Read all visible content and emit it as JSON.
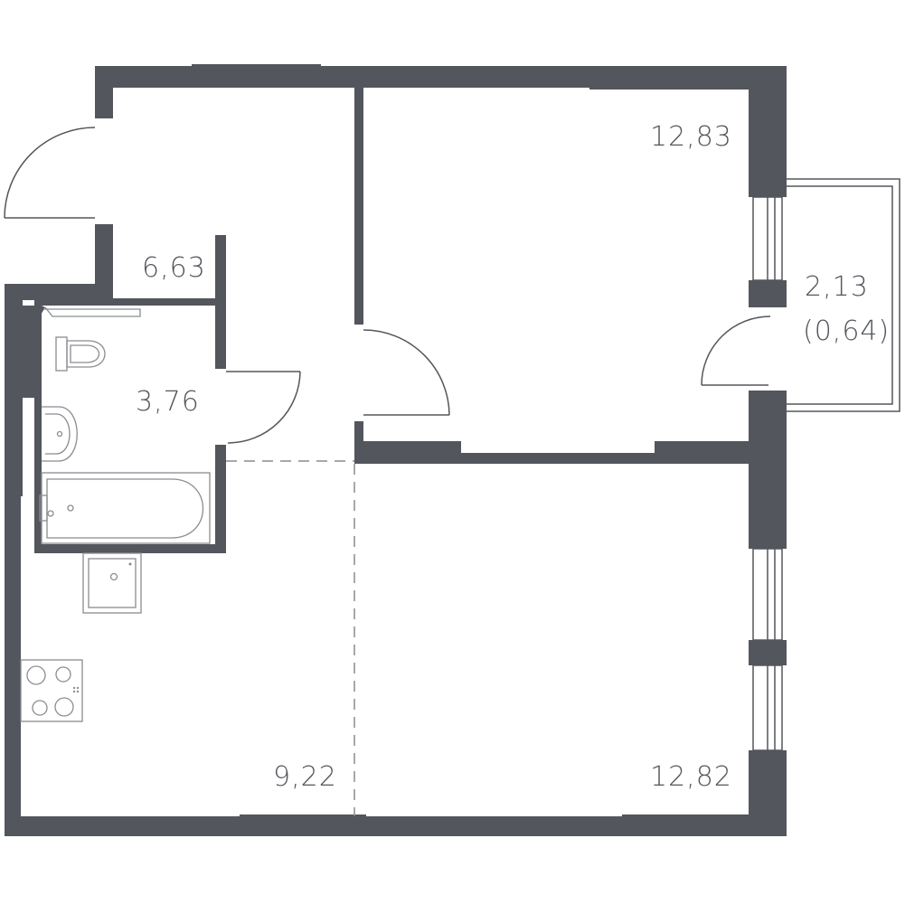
{
  "rooms": {
    "hall": {
      "area": "6,63"
    },
    "bathroom": {
      "area": "3,76"
    },
    "bedroom": {
      "area": "12,83"
    },
    "kitchen": {
      "area": "9,22"
    },
    "living": {
      "area": "12,82"
    },
    "balcony": {
      "area": "2,13",
      "reduced_area": "(0,64)"
    }
  },
  "colors": {
    "wall": "#53565c",
    "fixture": "#8a8c90"
  }
}
